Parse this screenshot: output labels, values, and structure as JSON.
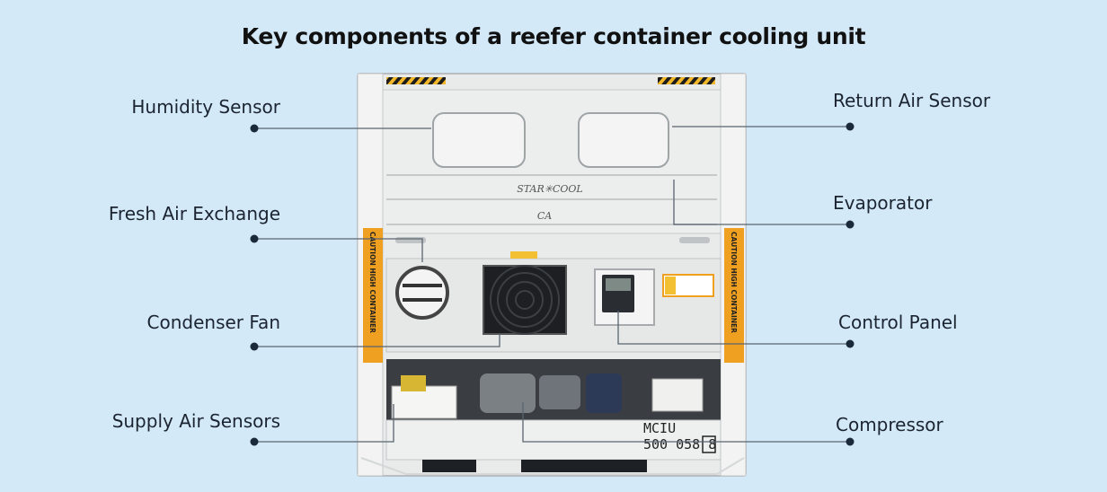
{
  "title": "Key components of a reefer container cooling unit",
  "unit_markings": {
    "brand": "STAR✳COOL",
    "model": "CA",
    "caution_strip": "CAUTION HIGH CONTAINER",
    "container_id_line1": "MCIU",
    "container_id_line2": "500 058 8"
  },
  "labels": {
    "humidity_sensor": "Humidity Sensor",
    "fresh_air_exchange": "Fresh Air Exchange",
    "condenser_fan": "Condenser Fan",
    "supply_air_sensors": "Supply Air Sensors",
    "return_air_sensor": "Return Air Sensor",
    "evaporator": "Evaporator",
    "control_panel": "Control Panel",
    "compressor": "Compressor"
  },
  "colors": {
    "background": "#d3e9f8",
    "leader_line": "#5a6470",
    "dot": "#1b2a3a",
    "caution_orange": "#f0a020",
    "unit_white": "#eef0ef"
  }
}
